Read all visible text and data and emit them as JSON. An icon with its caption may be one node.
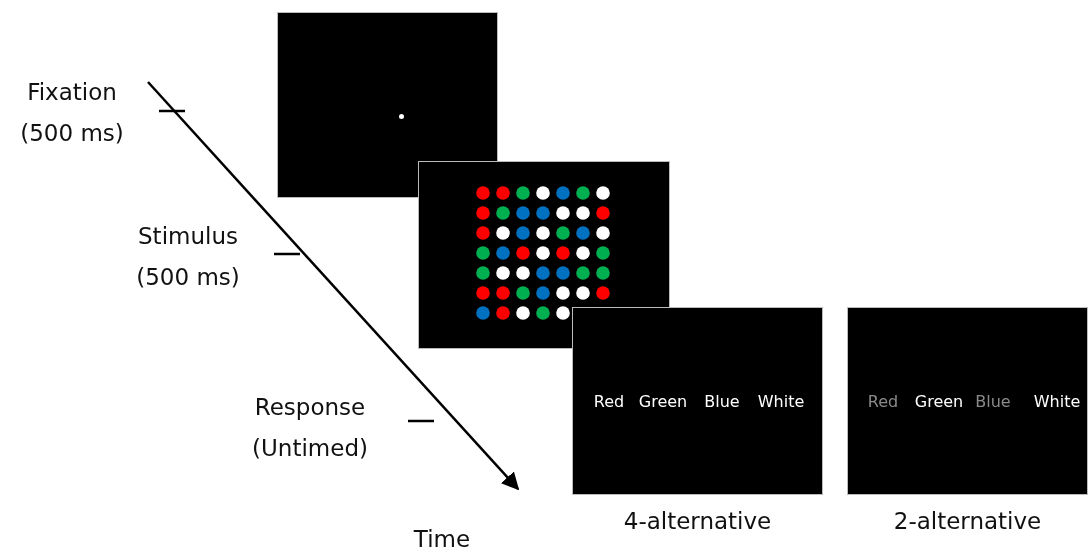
{
  "diagram": {
    "nodes": [
      {
        "text": [],
        "shape": "box"
      },
      {
        "text": [],
        "shape": "box"
      },
      {
        "text": [
          "Red",
          "Green",
          "Blue",
          "White"
        ],
        "beside": [
          "4-alternative"
        ]
      },
      {
        "text": [
          "Red",
          "Green",
          "Blue",
          "White"
        ],
        "beside": [
          "2-alternative"
        ]
      }
    ],
    "edges": [],
    "labels": [
      "Fixation (500 ms)",
      "Stimulus (500 ms)",
      "Response (Untimed)",
      "Time"
    ]
  }
}
